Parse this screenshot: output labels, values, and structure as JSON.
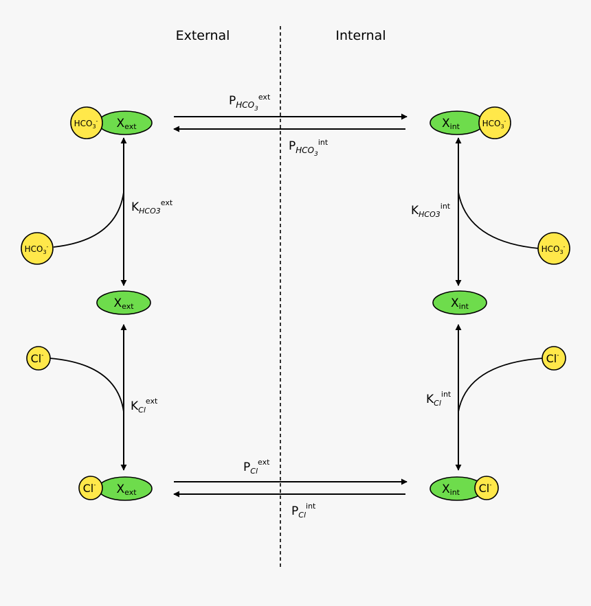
{
  "header": {
    "external": "External",
    "internal": "Internal"
  },
  "colors": {
    "background": "#f7f7f7",
    "carrier_fill": "#6edc4c",
    "ion_fill": "#ffe84a",
    "stroke": "#000000"
  },
  "nodes": {
    "x": "X",
    "ext": "ext",
    "int": "int",
    "hco": "HCO",
    "hco_sub": "3",
    "hco_sup": "-",
    "cl": "Cl",
    "cl_sup": "-"
  },
  "labels": {
    "p_hco3_ext": {
      "main": "P",
      "sub": "HCO",
      "sub2": "3",
      "sup": "ext"
    },
    "p_hco3_int": {
      "main": "P",
      "sub": "HCO",
      "sub2": "3",
      "sup": "int"
    },
    "k_hco3_ext": {
      "main": "K",
      "sub": "HCO3",
      "sup": "ext"
    },
    "k_hco3_int": {
      "main": "K",
      "sub": "HCO3",
      "sup": "int"
    },
    "k_cl_ext": {
      "main": "K",
      "sub": "Cl",
      "sup": "ext"
    },
    "k_cl_int": {
      "main": "K",
      "sub": "Cl",
      "sup": "int"
    },
    "p_cl_ext": {
      "main": "P",
      "sub": "Cl",
      "sup": "ext"
    },
    "p_cl_int": {
      "main": "P",
      "sub": "Cl",
      "sup": "int"
    }
  }
}
